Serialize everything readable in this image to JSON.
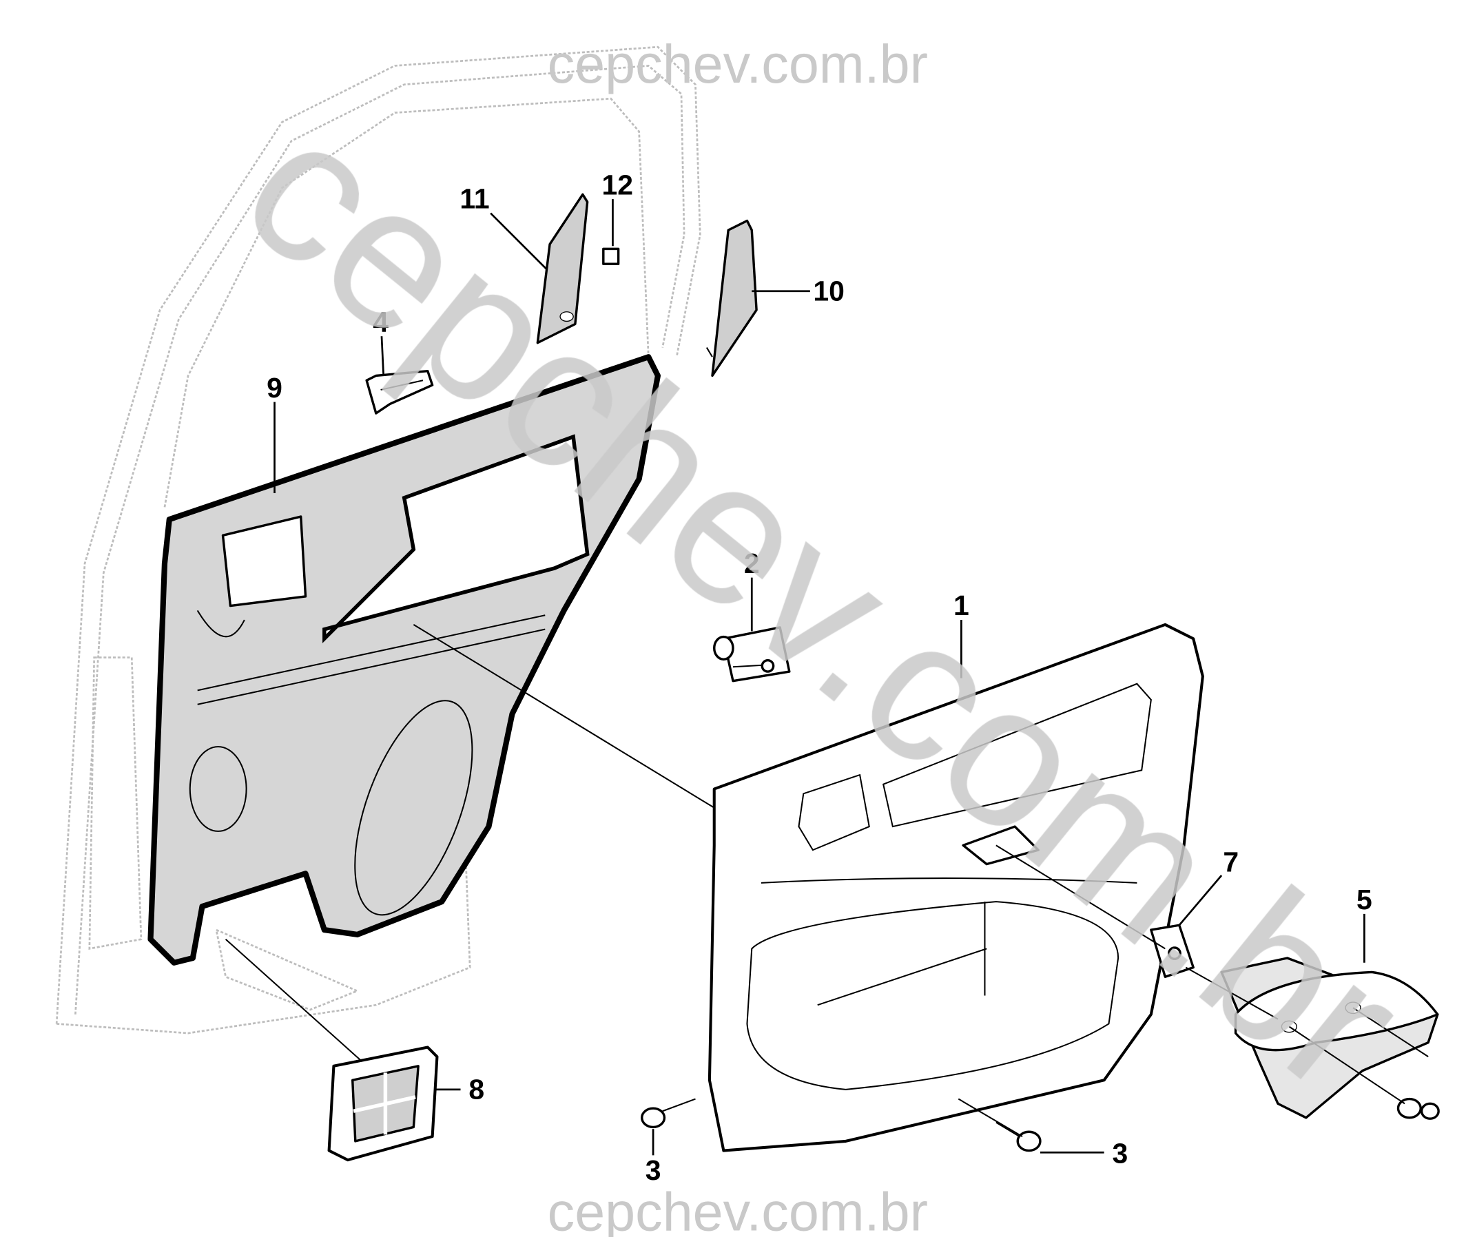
{
  "watermark": {
    "top": "cepchev.com.br",
    "bottom": "cepchev.com.br",
    "diagonal": "cepchev.com.br"
  },
  "callouts": {
    "c1": "1",
    "c2": "2",
    "c3a": "3",
    "c3b": "3",
    "c3c": "3",
    "c4": "4",
    "c5": "5",
    "c7": "7",
    "c8": "8",
    "c9": "9",
    "c10": "10",
    "c11": "11",
    "c12": "12"
  }
}
